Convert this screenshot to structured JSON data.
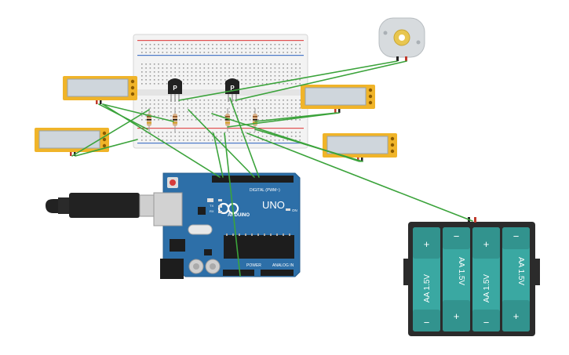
{
  "components": {
    "breadboard": {
      "name": "breadboard"
    },
    "arduino": {
      "name": "arduino-uno",
      "model_label": "UNO",
      "brand_label": "ARDUINO",
      "digital_header_label": "DIGITAL (PWM~)",
      "power_label": "POWER",
      "analog_label": "ANALOG IN",
      "on_label": "ON",
      "tx_label": "TX",
      "rx_label": "RX",
      "l_label": "L"
    },
    "transistors": [
      {
        "label": "P"
      },
      {
        "label": "P"
      }
    ],
    "battery_pack": {
      "cells": [
        {
          "label": "AA 1.5V",
          "top": "+",
          "bottom": "−"
        },
        {
          "label": "AA 1.5V",
          "top": "−",
          "bottom": "+"
        },
        {
          "label": "AA 1.5V",
          "top": "+",
          "bottom": "−"
        },
        {
          "label": "AA 1.5V",
          "top": "−",
          "bottom": "+"
        }
      ]
    },
    "motor": {
      "name": "dc-motor"
    },
    "pushbuttons": [
      {
        "name": "left-top"
      },
      {
        "name": "left-bottom"
      },
      {
        "name": "right-top"
      },
      {
        "name": "right-bottom"
      }
    ]
  },
  "colors": {
    "wire": "#3ba33b",
    "pcb": "#2d6fa8",
    "battery_body": "#2b2b2b",
    "battery_cell": "#3aa8a2",
    "button_frame": "#f0b429",
    "button_face": "#cfd6dc"
  }
}
